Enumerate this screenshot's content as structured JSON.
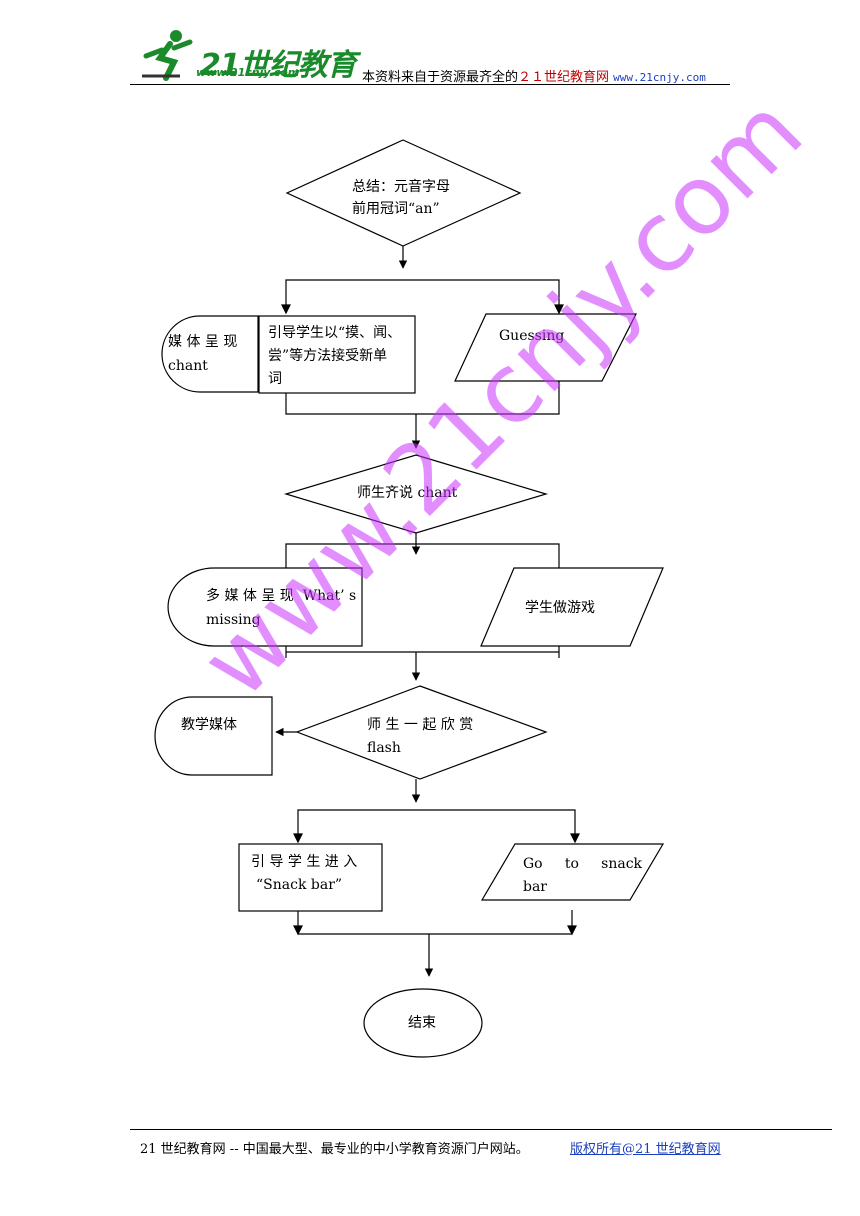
{
  "header": {
    "logo_text": "21世纪教育",
    "logo_url": "www.21cnjy.com",
    "tag_prefix": "本资料来自于资源最齐全的",
    "tag_red": "２１世纪教育网",
    "tag_url": "www.21cnjy.com"
  },
  "flow": {
    "summary_1": "总结：元音字母",
    "summary_2": "前用冠词“an”",
    "media_chant_1": "媒 体 呈 现",
    "media_chant_2": "chant",
    "guide_words_1": "引导学生以“摸、闻、",
    "guide_words_2": "尝”等方法接受新单",
    "guide_words_3": "词",
    "guessing": "Guessing",
    "chant_together": "师生齐说 chant",
    "whats_missing_1": "多 媒 体 呈 现  What’ s",
    "whats_missing_2": "missing",
    "game": "学生做游戏",
    "teaching_media": "教学媒体",
    "flash_1": "师 生 一 起 欣 赏",
    "flash_2": "flash",
    "snack_1": "引 导 学 生 进 入",
    "snack_2": "“Snack bar”",
    "go_snack_1": "Go     to     snack",
    "go_snack_2": "bar",
    "end": "结束"
  },
  "watermark": "www.21cnjy.com",
  "footer": {
    "text": "21 世纪教育网 -- 中国最大型、最专业的中小学教育资源门户网站。",
    "link": "版权所有@21 世纪教育网"
  }
}
